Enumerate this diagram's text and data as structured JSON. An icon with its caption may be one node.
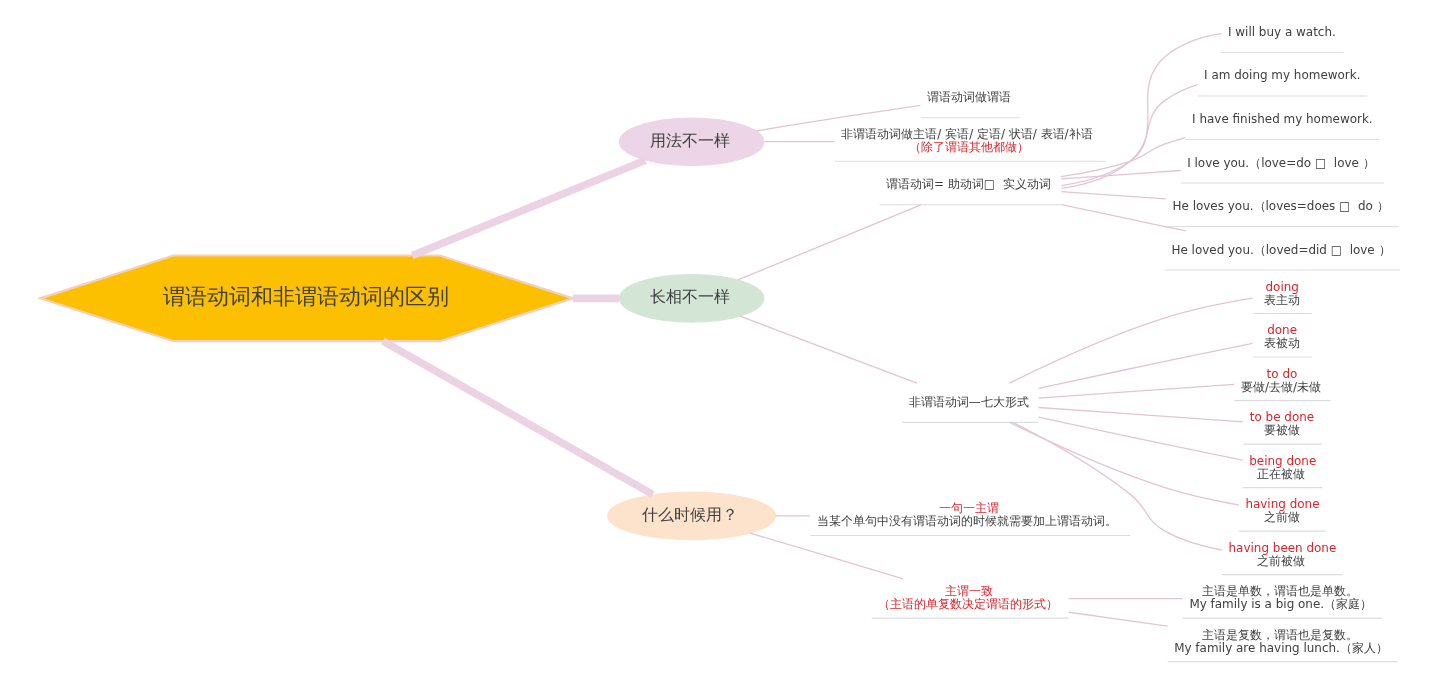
{
  "diagram": {
    "nodes": [
      {
        "text": [
          "谓语动词和非谓语动词的区别"
        ]
      },
      {
        "text": [
          "用法不一样"
        ]
      },
      {
        "text": [
          "谓语动词做谓语"
        ]
      },
      {
        "text": [
          "非谓语动词做主语/ 宾语/ 定语/ 状语/ 表语/补语",
          "（除了谓语其他都做）"
        ]
      },
      {
        "text": [
          "长相不一样"
        ]
      },
      {
        "text": [
          "谓语动词= 助动词□  实义动词"
        ]
      },
      {
        "text": [
          "I will buy a watch."
        ]
      },
      {
        "text": [
          "I am doing my homework."
        ]
      },
      {
        "text": [
          "I have finished my homework."
        ]
      },
      {
        "text": [
          "I love you.（love=do □  love ）"
        ]
      },
      {
        "text": [
          "He loves you.（loves=does □  do ）"
        ]
      },
      {
        "text": [
          "He loved you.（loved=did □  love ）"
        ]
      },
      {
        "text": [
          "非谓语动词—七大形式"
        ]
      },
      {
        "text": [
          "doing",
          "表主动"
        ]
      },
      {
        "text": [
          "done",
          "表被动"
        ]
      },
      {
        "text": [
          "to do",
          "要做/去做/未做"
        ]
      },
      {
        "text": [
          "to be done",
          "要被做"
        ]
      },
      {
        "text": [
          "being done",
          "正在被做"
        ]
      },
      {
        "text": [
          "having done",
          "之前做"
        ]
      },
      {
        "text": [
          "having been done",
          "之前被做"
        ]
      },
      {
        "text": [
          "什么时候用？"
        ]
      },
      {
        "text": [
          "一句一主谓",
          "当某个单句中没有谓语动词的时候就需要加上谓语动词。"
        ]
      },
      {
        "text": [
          "主谓一致",
          "（主语的单复数决定谓语的形式）"
        ]
      },
      {
        "text": [
          "主语是单数，谓语也是单数。",
          "My family is a big one.（家庭）"
        ]
      },
      {
        "text": [
          "主语是复数，谓语也是复数。",
          "My family are having lunch.（家人）"
        ]
      }
    ],
    "edges": [
      {
        "from": 0,
        "to": 1,
        "arrow": "none",
        "style": "thick"
      },
      {
        "from": 1,
        "to": 2,
        "arrow": "none"
      },
      {
        "from": 1,
        "to": 3,
        "arrow": "none"
      },
      {
        "from": 0,
        "to": 4,
        "arrow": "none",
        "style": "thick"
      },
      {
        "from": 4,
        "to": 5,
        "arrow": "none"
      },
      {
        "from": 5,
        "to": 6,
        "arrow": "none"
      },
      {
        "from": 5,
        "to": 7,
        "arrow": "none"
      },
      {
        "from": 5,
        "to": 8,
        "arrow": "none"
      },
      {
        "from": 5,
        "to": 9,
        "arrow": "none"
      },
      {
        "from": 5,
        "to": 10,
        "arrow": "none"
      },
      {
        "from": 5,
        "to": 11,
        "arrow": "none"
      },
      {
        "from": 4,
        "to": 12,
        "arrow": "none"
      },
      {
        "from": 12,
        "to": 13,
        "arrow": "none"
      },
      {
        "from": 12,
        "to": 14,
        "arrow": "none"
      },
      {
        "from": 12,
        "to": 15,
        "arrow": "none"
      },
      {
        "from": 12,
        "to": 16,
        "arrow": "none"
      },
      {
        "from": 12,
        "to": 17,
        "arrow": "none"
      },
      {
        "from": 12,
        "to": 18,
        "arrow": "none"
      },
      {
        "from": 12,
        "to": 19,
        "arrow": "none"
      },
      {
        "from": 0,
        "to": 20,
        "arrow": "none",
        "style": "thick"
      },
      {
        "from": 20,
        "to": 21,
        "arrow": "none"
      },
      {
        "from": 20,
        "to": 22,
        "arrow": "none"
      },
      {
        "from": 22,
        "to": 23,
        "arrow": "none"
      },
      {
        "from": 22,
        "to": 24,
        "arrow": "none"
      }
    ]
  }
}
